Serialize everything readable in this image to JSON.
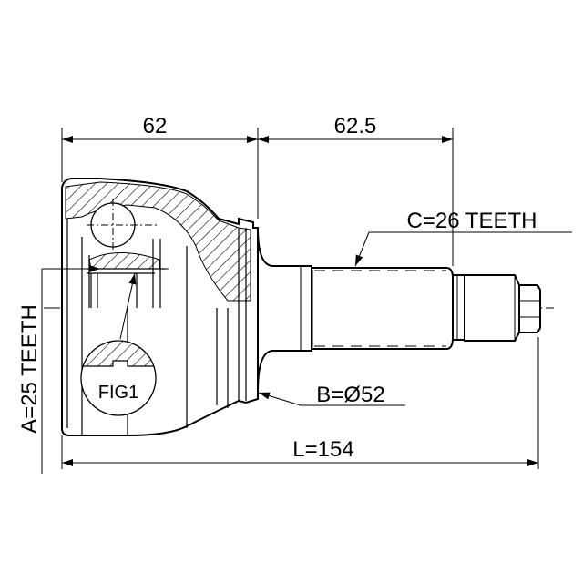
{
  "dimensions": {
    "housing_length": "62",
    "shaft_length": "62.5",
    "total_length": "L=154",
    "outer_teeth": "C=26 TEETH",
    "inner_teeth": "A=25 TEETH",
    "seal_diameter": "B=Ø52"
  },
  "detail_label": "FIG1",
  "colors": {
    "line": "#000000",
    "background": "#ffffff"
  }
}
